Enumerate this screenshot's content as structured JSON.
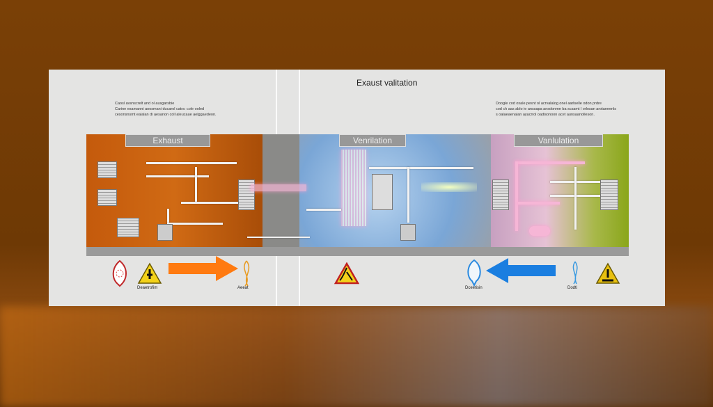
{
  "title": "Exaust valitation",
  "left_description": [
    "Caosl avsnscrelt and ol ausgarsbie",
    "Carine esamanni aoosmani ducarol catrs: cole ooled",
    "cesonsnsmt ealalan di aesanon col laleucaue aelggaedeon."
  ],
  "right_description": [
    "Doogle cod oxale pesnt ol acrvalalog onel aarlselle odon prdre",
    "cod ch aas ablo ie anssapa ansdonme ba scsamt l orlosan arotaneenls",
    "s oalaeaenalan ayacrrol oadisonoon acet aunsaanolleson."
  ],
  "sections": [
    {
      "label": "Exhaust"
    },
    {
      "label": "Venrilation"
    },
    {
      "label": "Vanlulation"
    }
  ],
  "captions": {
    "left_icon": "Deaetrofim",
    "left_flame": "Aeeat",
    "right_drop": "Dceetisin",
    "right_flame": "Dodti"
  },
  "colors": {
    "exhaust": "#c45a0c",
    "ventilation": "#7aa6d6",
    "vanlulation": "#8aa61a",
    "orange_arrow": "#ff7a10",
    "blue_arrow": "#1a7ee0"
  }
}
